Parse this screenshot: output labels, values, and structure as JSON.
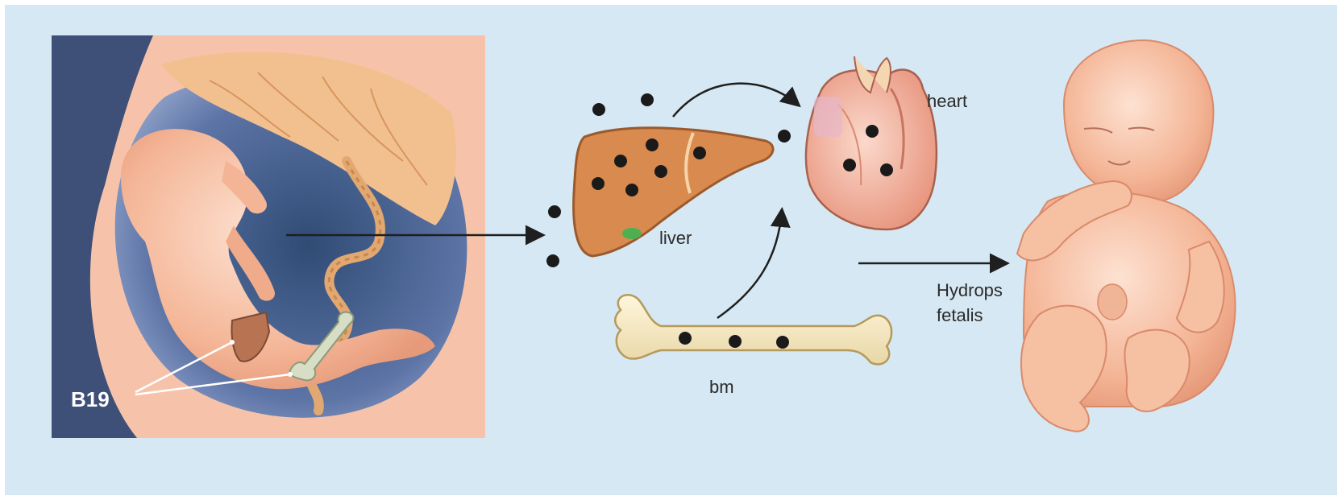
{
  "labels": {
    "virus": "B19",
    "liver": "liver",
    "heart": "heart",
    "bone_marrow": "bm",
    "outcome_line1": "Hydrops",
    "outcome_line2": "fetalis"
  },
  "colors": {
    "background": "#d6e8f3",
    "virus_particle": "#1a1a1a",
    "organ": "#d98a4e",
    "arrow": "#1f1f1f",
    "womb_dark": "#3e4f78",
    "skin": "#f7c1a6"
  },
  "icons": {
    "fetus_in_womb": "fetus-in-uterus-illustration",
    "liver": "liver-illustration",
    "heart": "heart-illustration",
    "bone": "femur-bone-illustration",
    "baby": "hydropic-newborn-illustration"
  }
}
